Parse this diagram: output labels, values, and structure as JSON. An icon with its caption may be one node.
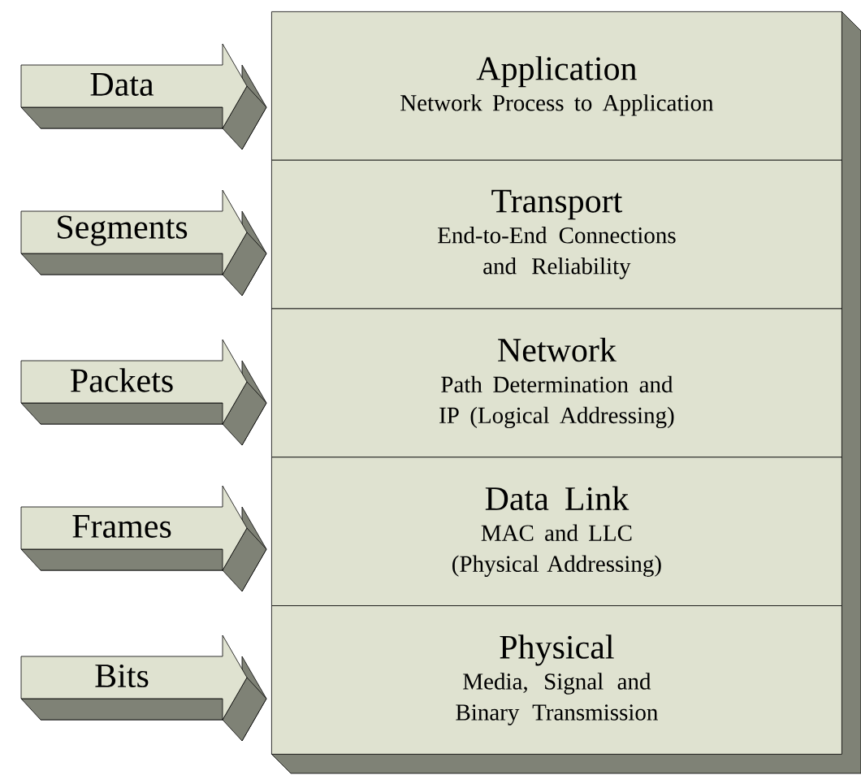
{
  "diagram": {
    "nodes": [
      {
        "text": [
          "Data"
        ]
      },
      {
        "text": [
          "Application",
          "Network Process to Application"
        ]
      },
      {
        "text": [
          "Segments"
        ]
      },
      {
        "text": [
          "Transport",
          "End-to-End Connections and Reliability"
        ]
      },
      {
        "text": [
          "Packets"
        ]
      },
      {
        "text": [
          "Network",
          "Path Determination and IP (Logical Addressing)"
        ]
      },
      {
        "text": [
          "Frames"
        ]
      },
      {
        "text": [
          "Data Link",
          "MAC and LLC (Physical Addressing)"
        ]
      },
      {
        "text": [
          "Bits"
        ]
      },
      {
        "text": [
          "Physical",
          "Media, Signal and Binary Transmission"
        ]
      }
    ]
  }
}
